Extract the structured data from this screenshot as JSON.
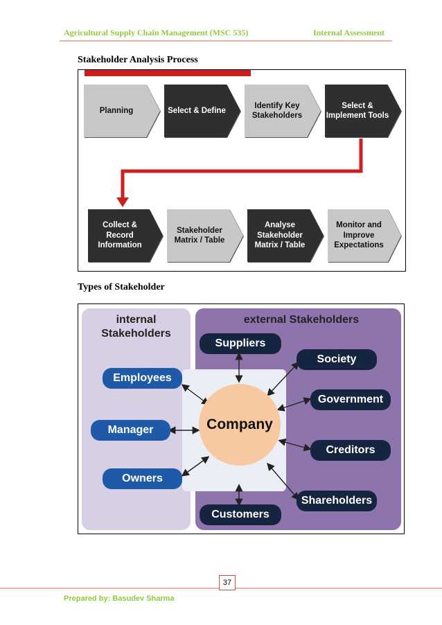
{
  "header": {
    "left": "Agricultural Supply Chain Management (MSC 535)",
    "right": "Internal Assessment"
  },
  "section1": {
    "title": "Stakeholder Analysis Process",
    "row1": [
      {
        "lines": [
          "Planning"
        ],
        "style": "grey"
      },
      {
        "lines": [
          "Select & Define"
        ],
        "style": "dark"
      },
      {
        "lines": [
          "Identify Key",
          "Stakeholders"
        ],
        "style": "grey"
      },
      {
        "lines": [
          "Select &",
          "Implement Tools"
        ],
        "style": "dark"
      }
    ],
    "row2": [
      {
        "lines": [
          "Collect &",
          "Record",
          "Information"
        ],
        "style": "dark"
      },
      {
        "lines": [
          "Stakeholder",
          "Matrix / Table"
        ],
        "style": "grey"
      },
      {
        "lines": [
          "Analyse",
          "Stakeholder",
          "Matrix / Table"
        ],
        "style": "dark"
      },
      {
        "lines": [
          "Monitor and",
          "Improve",
          "Expectations"
        ],
        "style": "grey"
      }
    ],
    "colors": {
      "accent_red": "#cc1f1f",
      "grey": "#c8c8c8",
      "dark": "#2f2f2f"
    }
  },
  "section2": {
    "title": "Types of Stakeholder",
    "internal_title": [
      "internal",
      "Stakeholders"
    ],
    "external_title": "external Stakeholders",
    "center": "Company",
    "internal": [
      "Employees",
      "Manager",
      "Owners"
    ],
    "external": [
      "Suppliers",
      "Society",
      "Government",
      "Creditors",
      "Shareholders",
      "Customers"
    ],
    "colors": {
      "internal_panel": "#d7cfe3",
      "external_panel": "#8e74ad",
      "center": "#f7c9a2",
      "pill_internal": "#1f5aa8",
      "pill_external": "#15243f"
    }
  },
  "footer": {
    "page_number": "37",
    "prepared_by": "Prepared by: Basudev Sharma"
  }
}
